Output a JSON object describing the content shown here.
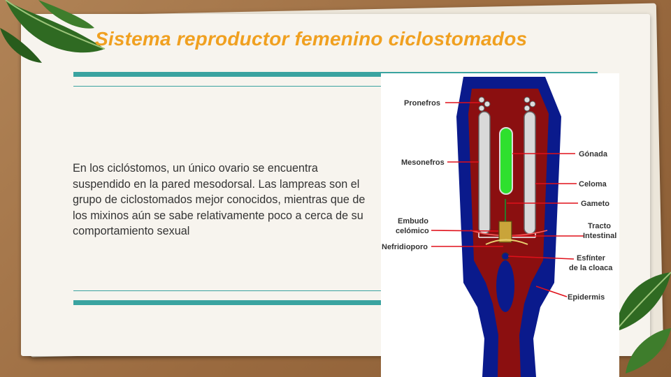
{
  "slide": {
    "title": "Sistema reproductor femenino ciclostomados",
    "body_pre": "En los ciclóstomos, un único ovario se encuentra suspendido en la pared mesodorsal. Las lampreas son el grupo de ciclostomados mejor conocidos, mientras que de los ",
    "body_highlight": "mixinos",
    "body_post": " aún se sabe relativamente poco a cerca de su comportamiento sexual"
  },
  "figure": {
    "labels": {
      "pronefros": "Pronefros",
      "mesonefros": "Mesonefros",
      "embudo1": "Embudo",
      "embudo2": "celómico",
      "nefridioporo": "Nefridioporo",
      "gonada": "Gónada",
      "celoma": "Celoma",
      "gameto": "Gameto",
      "tracto1": "Tracto",
      "tracto2": "Intestinal",
      "esfinter1": "Esfínter",
      "esfinter2": "de la cloaca",
      "epidermis": "Epidermis"
    },
    "colors": {
      "body": "#8b0f10",
      "skin": "#0a1a8c",
      "gonad": "#2ee02e",
      "accent": "#f0a020",
      "teal": "#3aa3a0"
    }
  }
}
